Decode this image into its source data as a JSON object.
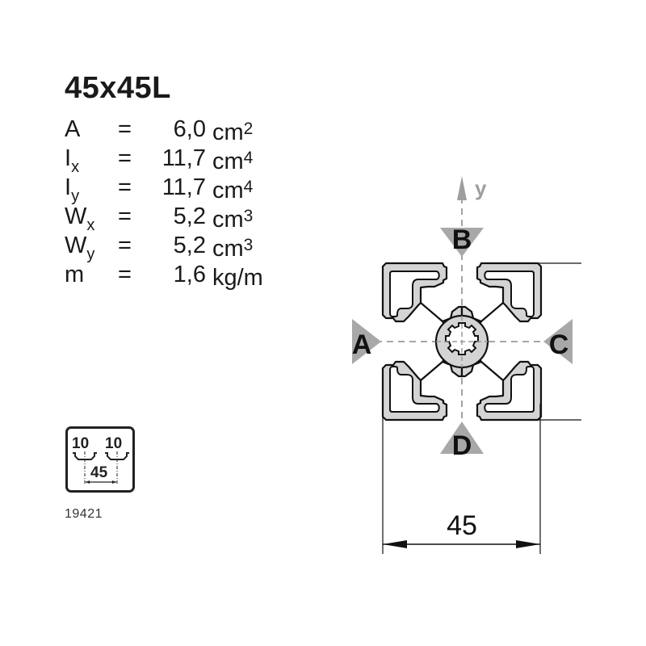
{
  "profile": {
    "title": "45x45L",
    "properties": [
      {
        "symbol": "A",
        "subscript": "",
        "equals": "=",
        "value": "6,0",
        "unit": "cm",
        "exponent": "2"
      },
      {
        "symbol": "I",
        "subscript": "x",
        "equals": "=",
        "value": "11,7",
        "unit": "cm",
        "exponent": "4"
      },
      {
        "symbol": "I",
        "subscript": "y",
        "equals": "=",
        "value": "11,7",
        "unit": "cm",
        "exponent": "4"
      },
      {
        "symbol": "W",
        "subscript": "x",
        "equals": "=",
        "value": "5,2",
        "unit": "cm",
        "exponent": "3"
      },
      {
        "symbol": "W",
        "subscript": "y",
        "equals": "=",
        "value": "5,2",
        "unit": "cm",
        "exponent": "3"
      },
      {
        "symbol": "m",
        "subscript": "",
        "equals": "=",
        "value": "1,6",
        "unit": "kg/m",
        "exponent": ""
      }
    ]
  },
  "slot_icon": {
    "slot_left": "10",
    "slot_right": "10",
    "pitch": "45",
    "icon": "t-slot-spacing-icon"
  },
  "part_number": "19421",
  "drawing": {
    "axis_label": "y",
    "side_labels": {
      "top": "B",
      "left": "A",
      "right": "C",
      "bottom": "D"
    },
    "dimension": "45",
    "colors": {
      "profile_fill": "#d4d4d4",
      "outline": "#111111",
      "marker": "#a8a8a8",
      "axis": "#9a9a9a"
    }
  }
}
